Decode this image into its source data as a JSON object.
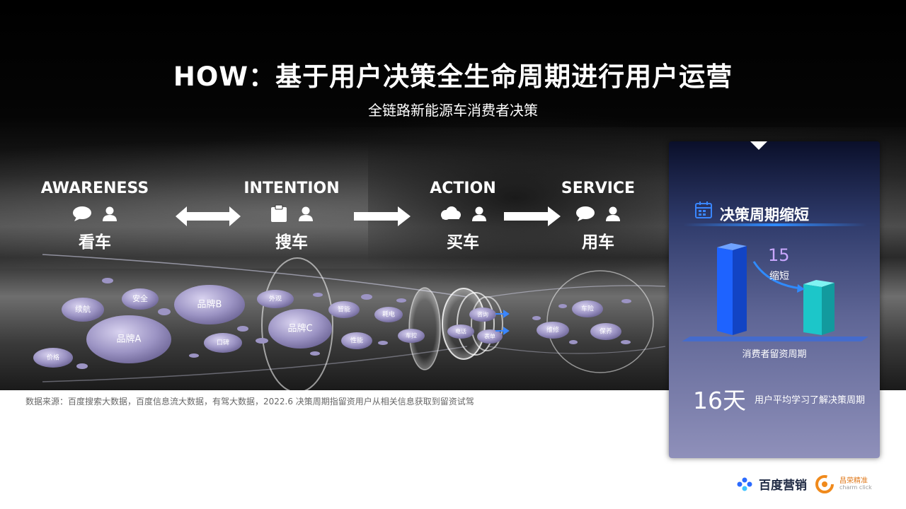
{
  "title": "HOW：基于用户决策全生命周期进行用户运营",
  "subtitle": "全链路新能源车消费者决策",
  "stages": [
    {
      "en": "AWARENESS",
      "cn": "看车",
      "icon": "speech-bubble-icon"
    },
    {
      "en": "INTENTION",
      "cn": "搜车",
      "icon": "clipboard-icon"
    },
    {
      "en": "ACTION",
      "cn": "买车",
      "icon": "cloud-icon"
    },
    {
      "en": "SERVICE",
      "cn": "用车",
      "icon": "speech-bubble-icon"
    }
  ],
  "bubbles": {
    "brand_a": "品牌A",
    "brand_b": "品牌B",
    "brand_c": "品牌C",
    "safety": "安全",
    "range": "续航",
    "price": "价格",
    "exterior": "外观",
    "reputation": "口碑",
    "smart": "智能",
    "performance": "性能",
    "power_use": "耗电",
    "car_control": "车控",
    "inquiry": "咨询",
    "phone": "电话",
    "form": "表单",
    "insurance": "车险",
    "repair": "维修",
    "maintenance": "保养"
  },
  "source": "数据来源：百度搜索大数据，百度信息流大数据，有驾大数据，2022.6 决策周期指留资用户从相关信息获取到留资试驾",
  "panel": {
    "title": "决策周期缩短",
    "reduction_value": "15",
    "reduction_label": "缩短",
    "bar_caption": "消费者留资周期",
    "days": "16天",
    "days_desc": "用户平均学习了解决策周期"
  },
  "logos": {
    "baidu": "百度营销",
    "changrong_cn": "昌荣精准",
    "changrong_en": "charm click"
  },
  "colors": {
    "bar_blue": "#1e63ff",
    "bar_teal": "#1cc6c9",
    "bubble_fill": "#c6c0e2",
    "accent_glow": "#2f8bff"
  }
}
